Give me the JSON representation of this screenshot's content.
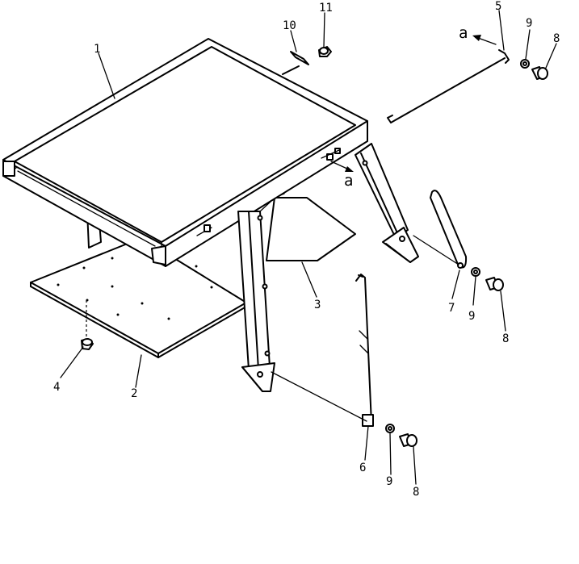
{
  "labels": {
    "p1": "1",
    "p2": "2",
    "p3": "3",
    "p4": "4",
    "p5": "5",
    "p6": "6",
    "p7": "7",
    "p8a": "8",
    "p8b": "8",
    "p8c": "8",
    "p9a": "9",
    "p9b": "9",
    "p9c": "9",
    "p10": "10",
    "p11": "11",
    "a_top": "a",
    "a_mid": "a"
  }
}
